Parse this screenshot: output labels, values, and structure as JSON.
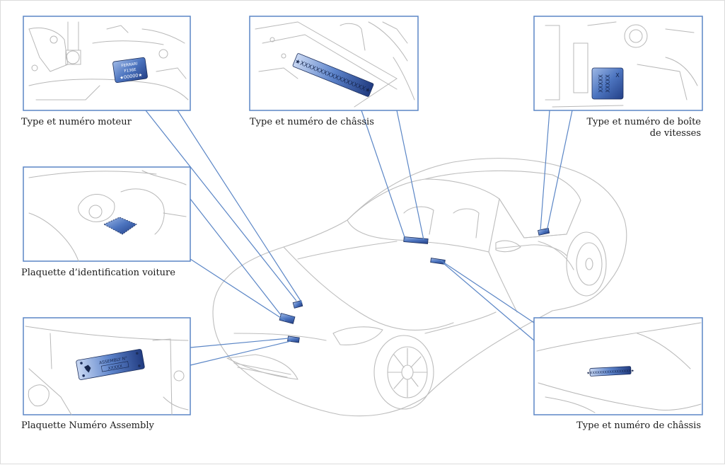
{
  "labels": {
    "engine": "Type et numéro moteur",
    "chassis_top": "Type et numéro de châssis",
    "gearbox_line1": "Type et numéro de boîte",
    "gearbox_line2": "de vitesses",
    "car_plate": "Plaquette d’identification voiture",
    "assembly": "Plaquette Numéro Assembly",
    "chassis_bottom": "Type et numéro de châssis"
  },
  "plates": {
    "engine_line1": "FERRARI",
    "engine_line2": "F136E",
    "engine_line3": "★00000★",
    "chassis": "★XXXXXXXXXXXXXXXXX★",
    "gearbox_x": "X",
    "gearbox_code": "XXXXX",
    "assembly_title": "ASSEMBLY N°",
    "assembly_code": "XXXXX",
    "chassis_small": "★XXXXXXXXXXXXXXXXX★"
  },
  "colors": {
    "callout_border": "#5b86c6",
    "plate_blue": "#3f68b4",
    "line_art": "#b9b9b9"
  }
}
